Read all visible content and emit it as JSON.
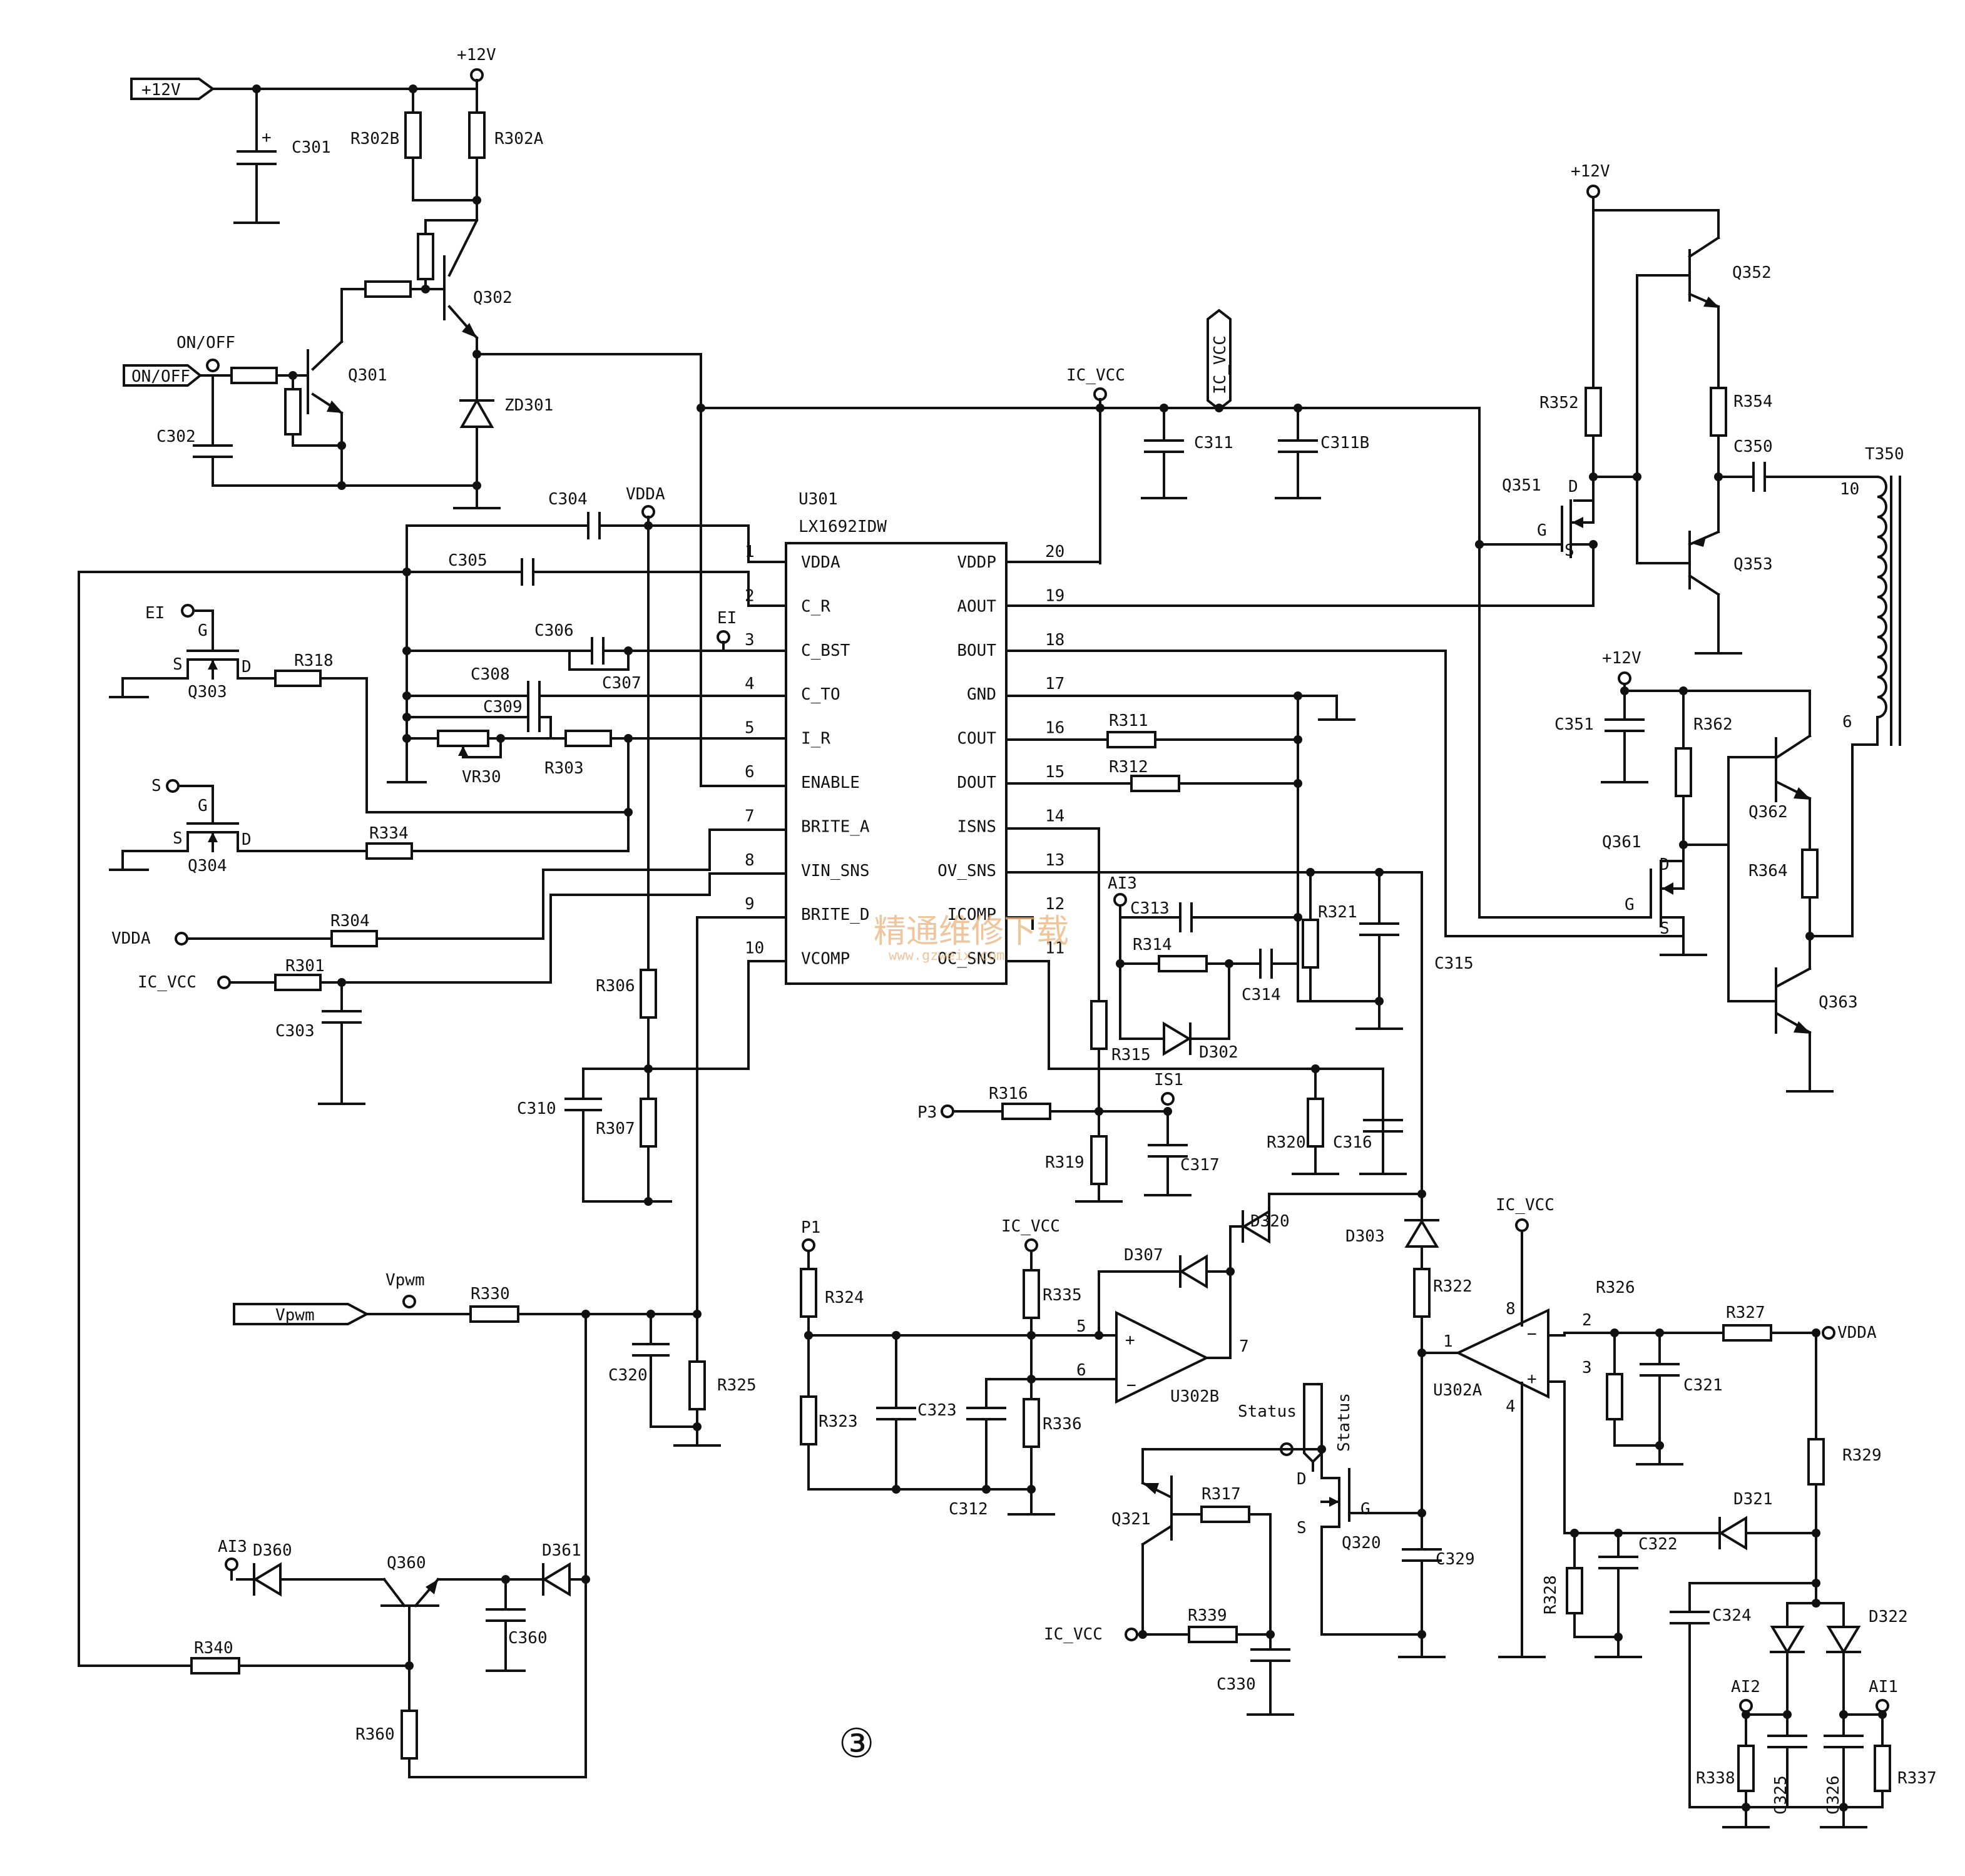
{
  "ic": {
    "ref": "U301",
    "part": "LX1692IDW",
    "left_pins": [
      {
        "num": "1",
        "name": "VDDA"
      },
      {
        "num": "2",
        "name": "C_R"
      },
      {
        "num": "3",
        "name": "C_BST"
      },
      {
        "num": "4",
        "name": "C_TO"
      },
      {
        "num": "5",
        "name": "I_R"
      },
      {
        "num": "6",
        "name": "ENABLE"
      },
      {
        "num": "7",
        "name": "BRITE_A"
      },
      {
        "num": "8",
        "name": "VIN_SNS"
      },
      {
        "num": "9",
        "name": "BRITE_D"
      },
      {
        "num": "10",
        "name": "VCOMP"
      }
    ],
    "right_pins": [
      {
        "num": "20",
        "name": "VDDP"
      },
      {
        "num": "19",
        "name": "AOUT"
      },
      {
        "num": "18",
        "name": "BOUT"
      },
      {
        "num": "17",
        "name": "GND"
      },
      {
        "num": "16",
        "name": "COUT"
      },
      {
        "num": "15",
        "name": "DOUT"
      },
      {
        "num": "14",
        "name": "ISNS"
      },
      {
        "num": "13",
        "name": "OV_SNS"
      },
      {
        "num": "12",
        "name": "ICOMP"
      },
      {
        "num": "11",
        "name": "OC_SNS"
      }
    ]
  },
  "labels": {
    "p12v_in": "+12V",
    "onoff_in": "ON/OFF",
    "onoff_node": "ON/OFF",
    "p12v_top": "+12V",
    "c301": "C301",
    "r302b": "R302B",
    "r302a": "R302A",
    "q302": "Q302",
    "q301": "Q301",
    "zd301": "ZD301",
    "c302": "C302",
    "c304": "C304",
    "vdda_top": "VDDA",
    "c305": "C305",
    "ei_g": "EI",
    "g1": "G",
    "s1": "S",
    "d1": "D",
    "q303": "Q303",
    "r318": "R318",
    "c306": "C306",
    "c307": "C307",
    "c308": "C308",
    "c309": "C309",
    "vr30": "VR30",
    "r303": "R303",
    "ei_pin": "EI",
    "s_g": "S",
    "g2": "G",
    "s2": "S",
    "d2": "D",
    "q304": "Q304",
    "r334": "R334",
    "vdda_left": "VDDA",
    "r304": "R304",
    "icvcc_left": "IC_VCC",
    "r301": "R301",
    "c303": "C303",
    "r306": "R306",
    "r307": "R307",
    "c310": "C310",
    "icvcc_top": "IC_VCC",
    "icvcc_tag": "IC_VCC",
    "c311": "C311",
    "c311b": "C311B",
    "p12v_right": "+12V",
    "q352": "Q352",
    "r352": "R352",
    "r354": "R354",
    "c350": "C350",
    "t350": "T350",
    "q351": "Q351",
    "q353": "Q353",
    "g_q351": "G",
    "d_q351": "D",
    "s_q351": "S",
    "p12v_mid": "+12V",
    "c351": "C351",
    "r362": "R362",
    "q362": "Q362",
    "q361": "Q361",
    "r364": "R364",
    "q363": "Q363",
    "d_q361": "D",
    "g_q361": "G",
    "s_q361": "S",
    "t10": "10",
    "t6": "6",
    "r311": "R311",
    "r312": "R312",
    "ai3_a": "AI3",
    "c313": "C313",
    "r321": "R321",
    "r314": "R314",
    "c314": "C314",
    "c315": "C315",
    "r315": "R315",
    "d302": "D302",
    "is1": "IS1",
    "p3": "P3",
    "r316": "R316",
    "r320": "R320",
    "c316": "C316",
    "r319": "R319",
    "c317": "C317",
    "d320": "D320",
    "d307": "D307",
    "d303": "D303",
    "icvcc_u302": "IC_VCC",
    "r322": "R322",
    "p1": "P1",
    "r324": "R324",
    "icvcc_u302b": "IC_VCC",
    "r335": "R335",
    "u302b": "U302B",
    "r323": "R323",
    "c323": "C323",
    "r336": "R336",
    "c312": "C312",
    "status_node": "Status",
    "status_tag": "Status",
    "q321": "Q321",
    "r317": "R317",
    "q320": "Q320",
    "d_q320": "D",
    "s_q320": "S",
    "g_q320": "G",
    "c329": "C329",
    "icvcc_bot": "IC_VCC",
    "r339": "R339",
    "c330": "C330",
    "u302a": "U302A",
    "r326": "R326",
    "r327": "R327",
    "vdda_right": "VDDA",
    "c321": "C321",
    "r329": "R329",
    "d321": "D321",
    "r328": "R328",
    "c322": "C322",
    "c324": "C324",
    "d322": "D322",
    "ai2": "AI2",
    "ai1": "AI1",
    "r338": "R338",
    "c325": "C325",
    "c326": "C326",
    "r337": "R337",
    "vpwm_tag": "Vpwm",
    "vpwm_node": "Vpwm",
    "r330": "R330",
    "c320": "C320",
    "r325": "R325",
    "ai3_b": "AI3",
    "d360": "D360",
    "q360": "Q360",
    "d361": "D361",
    "c360": "C360",
    "r340": "R340",
    "r360": "R360",
    "circled": "③",
    "pin5": "5",
    "pin6": "6",
    "pin7": "7",
    "pin1": "1",
    "pin2": "2",
    "pin3": "3",
    "pin4": "4",
    "pin8": "8"
  },
  "watermark": {
    "main": "精通维修下载",
    "sub": "www.gzweix.com"
  }
}
